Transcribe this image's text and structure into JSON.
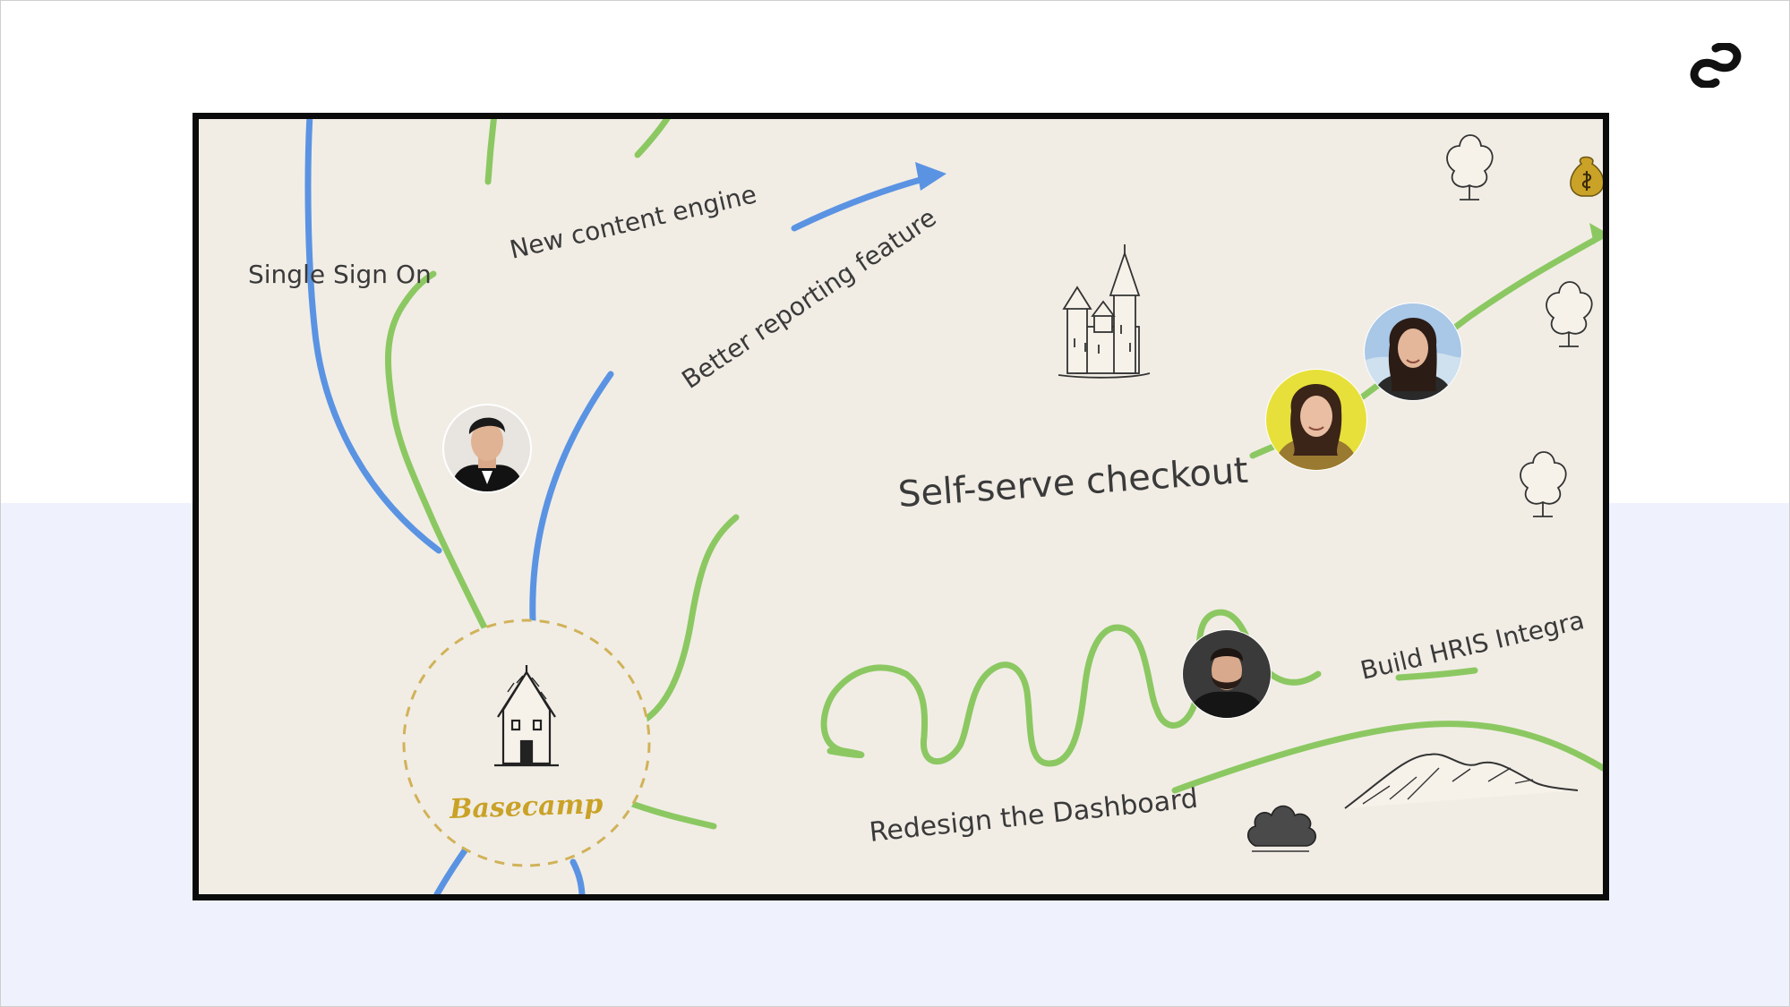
{
  "slide": {
    "logo_icon": "brand-logo-icon",
    "colors": {
      "background_top": "#ffffff",
      "background_bottom": "#eff1fd",
      "map_background": "#f1ede5",
      "map_border": "#0b0b0b",
      "green_path": "#8cc862",
      "blue_path": "#5b93e3",
      "basecamp_gold": "#c9a227",
      "text": "#3a3a3a"
    }
  },
  "map": {
    "basecamp": {
      "label": "Basecamp",
      "icon": "house-icon"
    },
    "paths": [
      {
        "label": "Single Sign On",
        "color": "blue"
      },
      {
        "label": "New content engine",
        "color": "green"
      },
      {
        "label": "Better reporting feature",
        "color": "blue"
      },
      {
        "label": "Self-serve checkout",
        "color": "green"
      },
      {
        "label": "Build HRIS Integra",
        "color": "green"
      },
      {
        "label": "Redesign the Dashboard",
        "color": "green"
      }
    ],
    "avatars": [
      {
        "name": "avatar-man-short-hair"
      },
      {
        "name": "avatar-woman-yellow-background"
      },
      {
        "name": "avatar-woman-sky-background"
      },
      {
        "name": "avatar-man-beard"
      }
    ],
    "decorations": [
      "castle-icon",
      "tree-icon",
      "money-bag-icon",
      "mountains-icon",
      "bush-icon"
    ]
  }
}
